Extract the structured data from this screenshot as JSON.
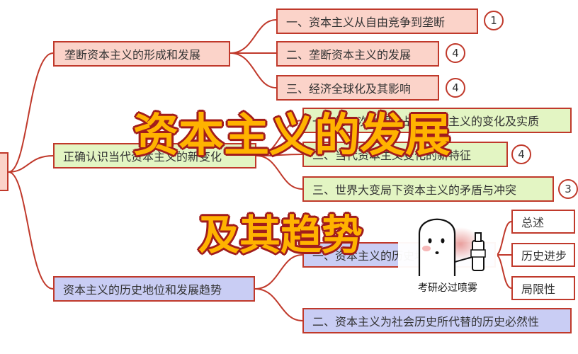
{
  "colors": {
    "border": "#c0392b",
    "red_fill": "#fbd3c9",
    "green_fill": "#e3f5c3",
    "blue_fill": "#c9cdf4",
    "overlay_fill": "#ffb300",
    "overlay_outline": "#a11c1c"
  },
  "branches": [
    {
      "label": "垄断资本主义的形成和发展",
      "children": [
        {
          "label": "一、资本主义从自由竞争到垄断",
          "badge": "1"
        },
        {
          "label": "二、垄断资本主义的发展",
          "badge": "4"
        },
        {
          "label": "三、经济全球化及其影响",
          "badge": "4"
        }
      ]
    },
    {
      "label": "正确认识当代资本主义的新变化",
      "children": [
        {
          "label": "一、第二次世界大战后资本主义的变化及实质",
          "badge": ""
        },
        {
          "label": "二、当代资本主义变化的新特征",
          "badge": "4"
        },
        {
          "label": "三、世界大变局下资本主义的矛盾与冲突",
          "badge": "3"
        }
      ]
    },
    {
      "label": "资本主义的历史地位和发展趋势",
      "children": [
        {
          "label": "一、资本主义的历史地位",
          "badge": ""
        },
        {
          "label": "二、资本主义为社会历史所代替的历史必然性",
          "badge": ""
        }
      ]
    }
  ],
  "sub_children": [
    "总述",
    "历史进步",
    "局限性"
  ],
  "overlay": {
    "line1": "资本主义的发展",
    "line2": "及其趋势"
  },
  "sticker": {
    "caption": "考研必过喷雾"
  }
}
